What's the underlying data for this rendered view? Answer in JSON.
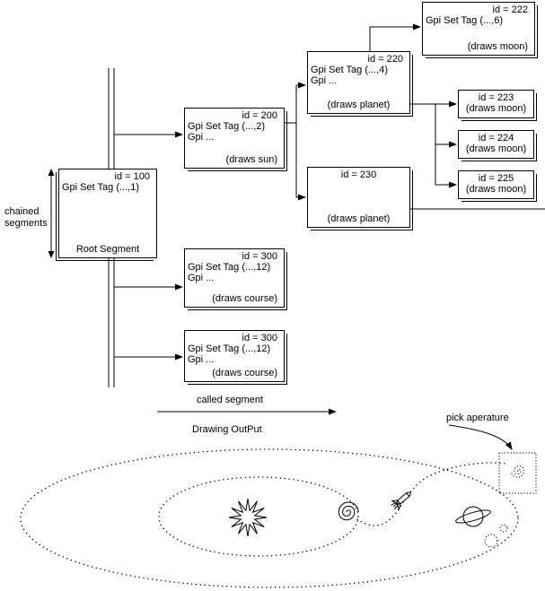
{
  "labels": {
    "chained_segments": "chained segments",
    "called_segment": "called segment",
    "drawing_output": "Drawing OutPut",
    "pick_aperture": "pick aperature"
  },
  "boxes": {
    "b222": {
      "id": "id = 222",
      "tag": "Gpi Set Tag (...,6)",
      "draws": "(draws moon)"
    },
    "b220": {
      "id": "id = 220",
      "tag": "Gpi Set Tag (...,4)",
      "gpi": "Gpi ...",
      "draws": "(draws planet)"
    },
    "b200": {
      "id": "id = 200",
      "tag": "Gpi Set Tag (...,2)",
      "gpi": "Gpi ...",
      "draws": "(draws sun)"
    },
    "b100": {
      "id": "id = 100",
      "tag": "Gpi Set Tag (...,1)",
      "name": "Root Segment"
    },
    "b223": {
      "id": "id = 223",
      "draws": "(draws moon)"
    },
    "b224": {
      "id": "id = 224",
      "draws": "(draws moon)"
    },
    "b225": {
      "id": "id = 225",
      "draws": "(draws moon)"
    },
    "b230": {
      "id": "id = 230",
      "draws": "(draws planet)"
    },
    "b300a": {
      "id": "id = 300",
      "tag": "Gpi Set Tag (...,12)",
      "gpi": "Gpi ...",
      "draws": "(draws course)"
    },
    "b300b": {
      "id": "id = 300",
      "tag": "Gpi Set Tag (...,12)",
      "gpi": "Gpi ...",
      "draws": "(draws course)"
    }
  },
  "icons": {
    "sun": "starburst-sun",
    "spiral": "spiral-swirl",
    "rocket": "rocket-ship",
    "saturn": "ringed-planet",
    "moons": "dotted-moon-circles",
    "orbits": "dotted-orbit-ellipses",
    "pick_box": "dotted-pick-aperture-square"
  },
  "colors": {
    "line": "#000000",
    "background": "#ffffff"
  }
}
